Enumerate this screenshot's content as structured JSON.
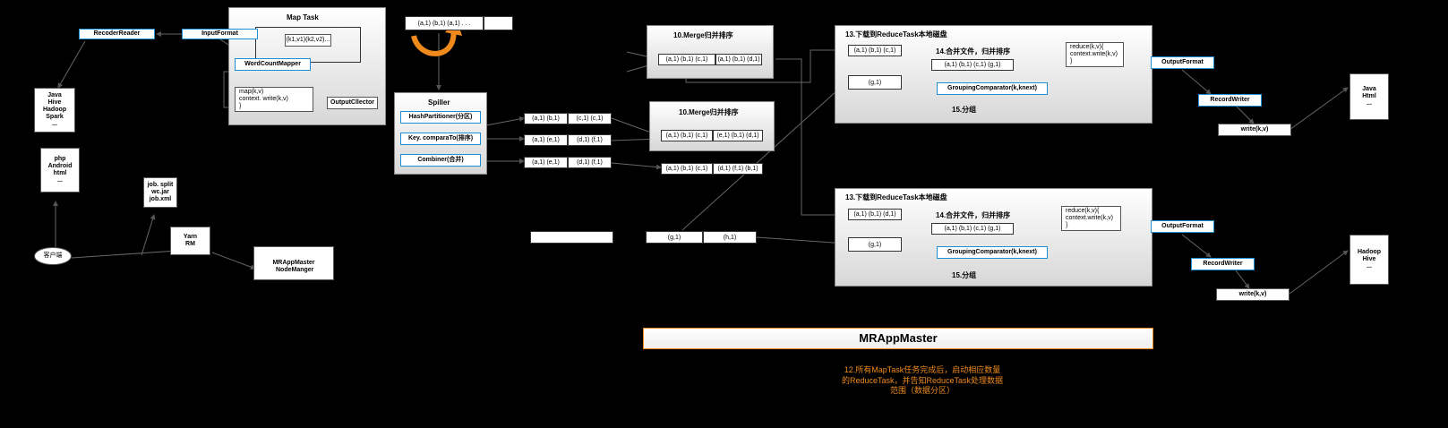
{
  "map_task": {
    "title": "Map  Task",
    "recordreader": "RecoderReader",
    "inputformat": "InputFormat",
    "kv_pairs": "(k1,v1)(k2,v2)...",
    "wordcountmapper": "WordCountMapper",
    "map_code": "map(k,v)\n  context. write(k,v)\n}",
    "outputcollector": "OutputCllector"
  },
  "sources": {
    "java_box": "Java\nHive\nHadoop\nSpark\n...",
    "php_box": "php\nAndroid\nhtml\n...",
    "client": "客户端",
    "job_files": "job. split\nwc.jar\njob.xml",
    "yarn": "Yarn\nRM",
    "mrappmaster": "MRAppMaster",
    "nodemanager": "NodeManger"
  },
  "buffer": {
    "kv_row": "(a,1) (b,1) (a,1) . . .",
    "spiller": "Spiller",
    "partitioner": "HashPartitioner(分区)",
    "sort": "Key. comparaTo(排序)",
    "combiner": "Combiner(合并)"
  },
  "spill_files": [
    [
      "(a,1) (b,1)",
      "(c,1) (c,1)"
    ],
    [
      "(a,1) (e,1)",
      "(d,1) (f,1)"
    ],
    [
      "(a,1) (e,1)",
      "(d,1) (f,1)"
    ]
  ],
  "merge_top": {
    "title": "10.Merge归并排序",
    "cells": [
      "(a,1) (b,1) (c,1)",
      "(a,1) (b,1) (d,1)"
    ]
  },
  "merge_mid": {
    "title": "10.Merge归并排序",
    "cells": [
      "(a,1) (b,1) (c,1)",
      "(e,1) (b,1) (d,1)"
    ]
  },
  "merge_bottom_cells": [
    "(a,1) (b,1) (c,1)",
    "(d,1) (f,1) (b,1)"
  ],
  "partition_cells": [
    "(g,1)",
    "(h,1)"
  ],
  "reduce_top": {
    "title": "13.下载到ReduceTask本地磁盘",
    "cell1": "(a,1) (b,1) (c,1)",
    "cell2": "(g,1)",
    "merge_title": "14.合并文件，归并排序",
    "merged": "(a,1) (b,1) (c,1) (g,1)",
    "grouping": "GroupingComparator(k,knext)",
    "group_label": "15.分组",
    "reduce_code": "reduce(k,v){\n  context.write(k,v)\n}",
    "outputformat": "OutputFormat",
    "recordwriter": "RecordWriter",
    "write": "write(k,v)",
    "target": "Java\nHtml\n..."
  },
  "reduce_bottom": {
    "title": "13.下载到ReduceTask本地磁盘",
    "cell1": "(a,1) (b,1) (d,1)",
    "cell2": "(g,1)",
    "merge_title": "14.合并文件，归并排序",
    "merged": "(a,1) (b,1) (c,1) (g,1)",
    "grouping": "GroupingComparator(k,knext)",
    "group_label": "15.分组",
    "reduce_code": "reduce(k,v){\n  context.write(k,v)\n}",
    "outputformat": "OutputFormat",
    "recordwriter": "RecordWriter",
    "write": "write(k,v)",
    "target": "Hadoop\nHive\n..."
  },
  "bottom": {
    "mrappmaster_bar": "MRAppMaster",
    "note": "12.所有MapTask任务完成后，启动相应数量\n的ReduceTask，并告知ReduceTask处理数据\n范围（数据分区）"
  },
  "colors": {
    "blue_border": "#1e8fd0",
    "orange": "#f08a1c",
    "background": "#000000"
  }
}
